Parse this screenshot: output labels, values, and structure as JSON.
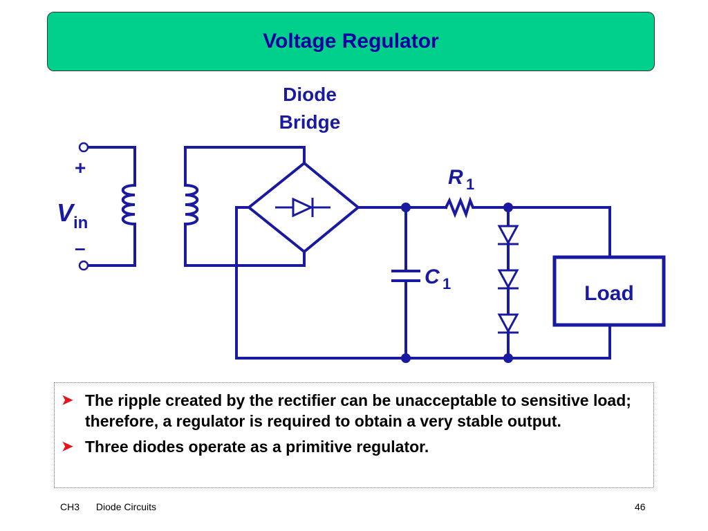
{
  "slide": {
    "title": "Voltage Regulator",
    "footer_chapter": "CH3",
    "footer_topic": "Diode Circuits",
    "page_number": "46"
  },
  "diagram": {
    "bridge_label_line1": "Diode",
    "bridge_label_line2": "Bridge",
    "r1_main": "R",
    "r1_sub": "1",
    "c1_main": "C",
    "c1_sub": "1",
    "vin_main": "V",
    "vin_sub": "in",
    "plus_sign": "+",
    "minus_sign": "–",
    "load_label": "Load",
    "wire_color": "#1a1aa0"
  },
  "bullets": [
    {
      "text": "The ripple created by the rectifier can be unacceptable to sensitive load; therefore, a regulator is required to obtain a very stable output."
    },
    {
      "text": "Three diodes operate as a primitive regulator."
    }
  ],
  "bullet_icon": "arrow-bullet-icon"
}
